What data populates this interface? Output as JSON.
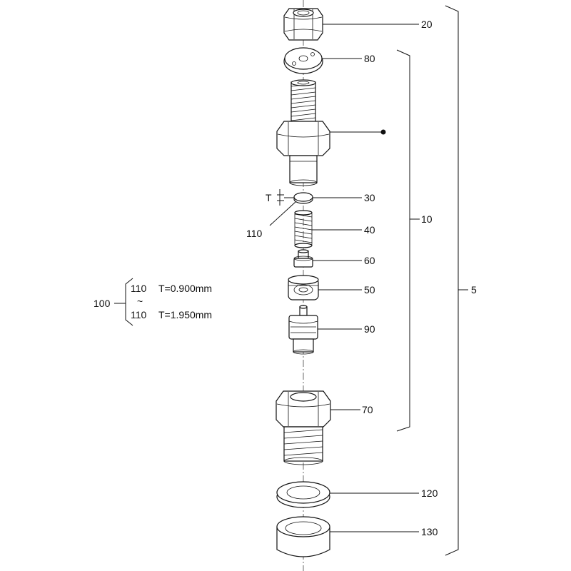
{
  "callouts": {
    "c20": "20",
    "c80": "80",
    "c30": "30",
    "c40": "40",
    "c60": "60",
    "c50": "50",
    "c90": "90",
    "c70": "70",
    "c120": "120",
    "c130": "130",
    "c10": "10",
    "c5": "5",
    "c110": "110",
    "c100": "100",
    "t_label": "T"
  },
  "thickness_table": {
    "row1_part": "110",
    "row1_value": "T=0.900mm",
    "range_mark": "~",
    "row2_part": "110",
    "row2_value": "T=1.950mm"
  }
}
